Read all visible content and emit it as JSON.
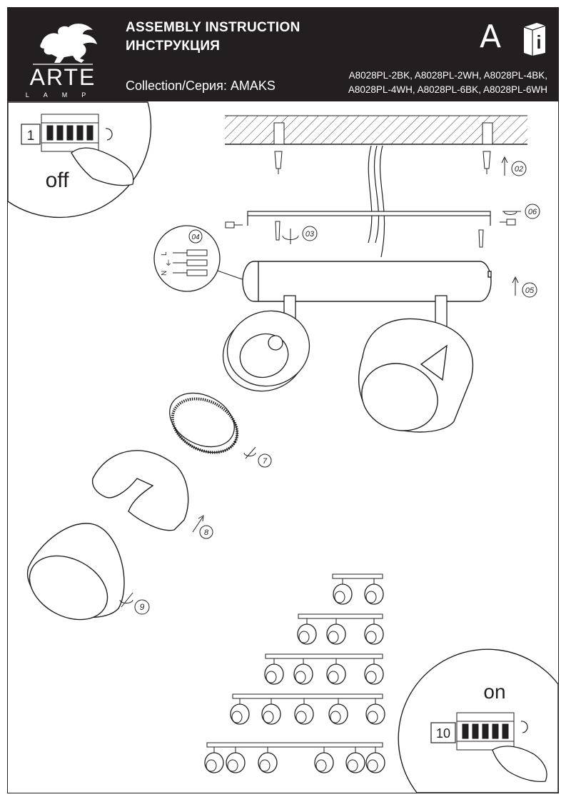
{
  "header": {
    "title_en": "ASSEMBLY INSTRUCTION",
    "title_ru": "ИНСТРУКЦИЯ",
    "collection_line": "Collection/Серия: AMAKS",
    "models_line1": "A8028PL-2BK, A8028PL-2WH, A8028PL-4BK,",
    "models_line2": "A8028PL-4WH, A8028PL-6BK, A8028PL-6WH",
    "language_letter": "A",
    "info_glyph": "i"
  },
  "logo": {
    "brand": "ARTE",
    "sub": "LAMP",
    "icon": "griffin-icon"
  },
  "steps": {
    "s1_num": "1",
    "s1_label": "off",
    "s2": "02",
    "s3": "03",
    "s4": "04",
    "s5": "05",
    "s6": "06",
    "s7": "7",
    "s8": "8",
    "s9": "9",
    "s10_num": "10",
    "s10_label": "on"
  },
  "wiring": {
    "labels": [
      "L",
      "⏚",
      "N"
    ]
  },
  "variants": [
    {
      "count": 2
    },
    {
      "count": 3
    },
    {
      "count": 4
    },
    {
      "count": 5
    },
    {
      "count": 6
    }
  ]
}
